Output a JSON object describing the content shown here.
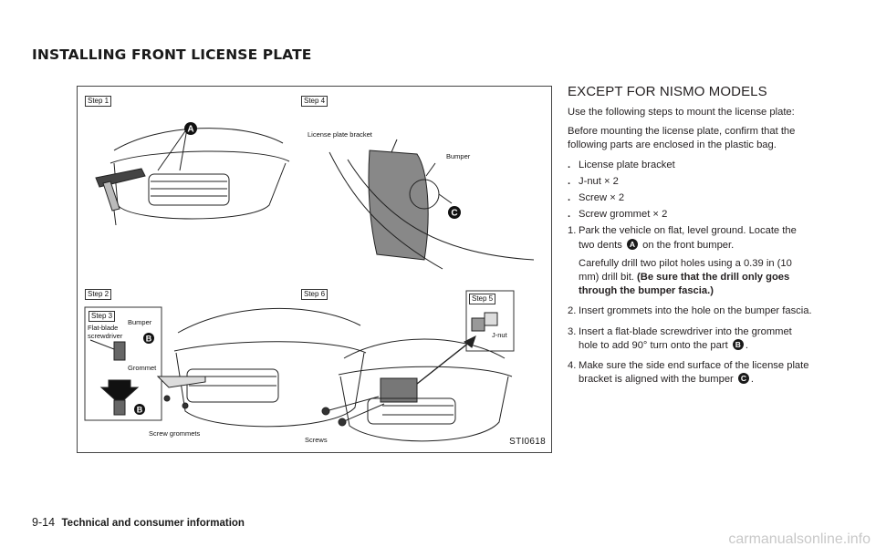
{
  "page_title": "INSTALLING FRONT LICENSE PLATE",
  "figure": {
    "steps": {
      "step1": "Step 1",
      "step2": "Step 2",
      "step3": "Step 3",
      "step4": "Step 4",
      "step5": "Step 5",
      "step6": "Step 6"
    },
    "labels": {
      "license_plate_bracket": "License plate bracket",
      "bumper_step4": "Bumper",
      "bumper_step3": "Bumper",
      "flat_blade": "Flat-blade",
      "screwdriver": "screwdriver",
      "grommet": "Grommet",
      "screw_grommets": "Screw grommets",
      "screws": "Screws",
      "j_nut": "J-nut"
    },
    "callouts": {
      "a": "A",
      "b": "B",
      "c": "C"
    },
    "code": "STI0618"
  },
  "content": {
    "heading": "EXCEPT FOR NISMO MODELS",
    "intro": "Use the following steps to mount the license plate:",
    "confirm": "Before mounting the license plate, confirm that the following parts are enclosed in the plastic bag.",
    "bullet_symbol": ".",
    "parts": [
      "License plate bracket",
      "J-nut × 2",
      "Screw × 2",
      "Screw grommet × 2"
    ],
    "steps": [
      {
        "num": "1.",
        "text_a": "Park the vehicle on flat, level ground. Locate the two dents",
        "badge": "A",
        "text_b": "on the front bumper."
      },
      {
        "num": "2.",
        "text": "Insert grommets into the hole on the bumper fascia."
      },
      {
        "num": "3.",
        "text_a": "Insert a flat-blade screwdriver into the grommet hole to add 90° turn onto the part",
        "badge": "B",
        "text_b": "."
      },
      {
        "num": "4.",
        "text_a": "Make sure the side end surface of the license plate bracket is aligned with the bumper",
        "badge": "C",
        "text_b": "."
      }
    ],
    "step1_note_plain": "Carefully drill two pilot holes using a 0.39 in (10 mm) drill bit.",
    "step1_note_bold": "(Be sure that the drill only goes through the bumper fascia.)"
  },
  "footer": {
    "page_number": "9-14",
    "section": "Technical and consumer information"
  },
  "watermark": "carmanualsonline.info"
}
